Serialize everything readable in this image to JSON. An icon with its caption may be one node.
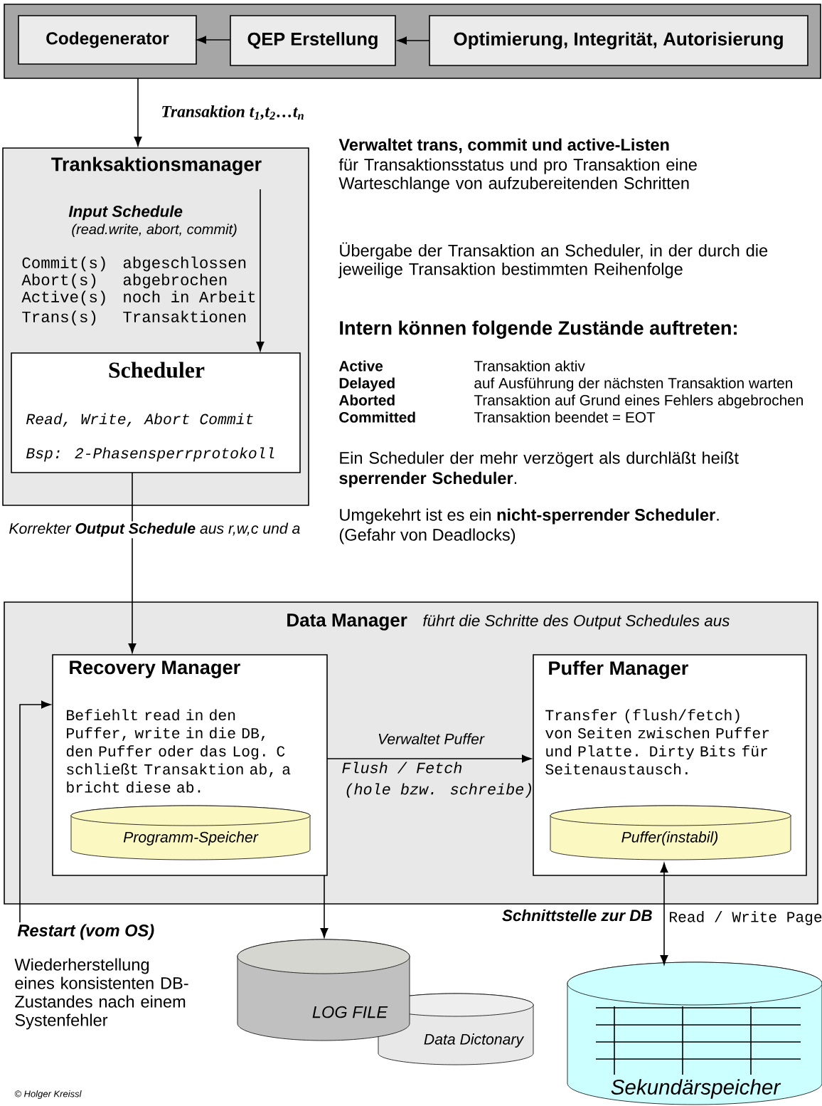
{
  "diagram": {
    "nodes": [
      {
        "text": [],
        "shape": "box"
      },
      {
        "text": [
          "Codegenerator"
        ],
        "in": 0
      },
      {
        "text": [
          "QEP Erstellung"
        ],
        "in": 0
      },
      {
        "text": [
          "Optimierung, Integrität, Autorisierung"
        ],
        "in": 0
      },
      {
        "text": [
          "Tranksaktionsmanager",
          "Input Schedule",
          "(read.write, abort, commit)",
          "Commit(s)",
          "abgeschlossen",
          "Abort(s)",
          "abgebrochen",
          "Active(s)",
          "noch in Arbeit",
          "Trans(s)",
          "Transaktionen"
        ]
      },
      {
        "text": [
          "Scheduler",
          "Read, Write, Abort Commit",
          "Bsp: 2-Phasensperrprotokoll"
        ],
        "in": 4
      },
      {
        "text": [
          "Data Manager",
          "führt die Schritte des Output Schedules aus"
        ]
      },
      {
        "text": [
          "Recovery Manager",
          "Befiehlt read in den Puffer, write in die DB, den Puffer oder das Log. C schließt Transaktion ab, a bricht diese ab."
        ],
        "in": 6
      },
      {
        "text": [
          "Programm-Speicher"
        ],
        "in": 7
      },
      {
        "text": [
          "Puffer Manager",
          "Transfer (flush/fetch) von Seiten zwischen Puffer und Platte. Dirty Bits für Seitenaustausch."
        ],
        "in": 6
      },
      {
        "text": [
          "Puffer(instabil)"
        ],
        "in": 9
      },
      {
        "text": [
          "LOG FILE"
        ]
      },
      {
        "text": [
          "Data Dictonary"
        ]
      },
      {
        "text": [
          "Sekundärspeicher"
        ]
      },
      {
        "text": [
          "Restart (vom OS)"
        ]
      }
    ],
    "edges": [
      {
        "from": 3,
        "to": 2,
        "arrow": "to"
      },
      {
        "from": 2,
        "to": 1,
        "arrow": "to"
      },
      {
        "from": 0,
        "to": 4,
        "arrow": "to",
        "label": "Transaktion t$_{1}$,t$_{2}$…t$_{n}$"
      },
      {
        "from": null,
        "to": 5,
        "arrow": "to"
      },
      {
        "from": 5,
        "to": 7,
        "arrow": "to",
        "label": "Korrekter **Output Schedule** aus r,w,c und a"
      },
      {
        "from": 14,
        "to": 7,
        "arrow": "to"
      },
      {
        "from": 7,
        "to": 9,
        "arrow": "to",
        "label": "Verwaltet Puffer"
      },
      {
        "from": 7,
        "to": 11,
        "arrow": "to"
      },
      {
        "from": 10,
        "to": 13,
        "arrow": "both",
        "label": "Schnittstelle zur DB"
      }
    ],
    "labels": [
      "Verwaltet trans, commit und active-Listen",
      "für Transaktionsstatus und pro Transaktion eine Warteschlange von aufzubereitenden Schritten",
      "Übergabe der Transaktion an Scheduler, in der durch die jeweilige Transaktion bestimmten Reihenfolge",
      "Intern können folgende Zustände auftreten:",
      "Active",
      "Transaktion aktiv",
      "Delayed",
      "auf Ausführung der nächsten Transaktion warten",
      "Aborted",
      "Transaktion auf Grund eines Fehlers abgebrochen",
      "Committed",
      "Transaktion beendet = EOT",
      "Ein Scheduler der mehr verzögert als durchläßt heißt **sperrender Scheduler**.",
      "Umgekehrt ist es ein **nicht-sperrender Scheduler**.",
      "(Gefahr von Deadlocks)",
      "Flush / Fetch",
      "(hole bzw. schreibe)",
      "Read / Write Page",
      "Wiederherstellung eines konsistenten DB-Zustandes nach einem Systenfehler",
      "© Holger Kreissl"
    ]
  }
}
